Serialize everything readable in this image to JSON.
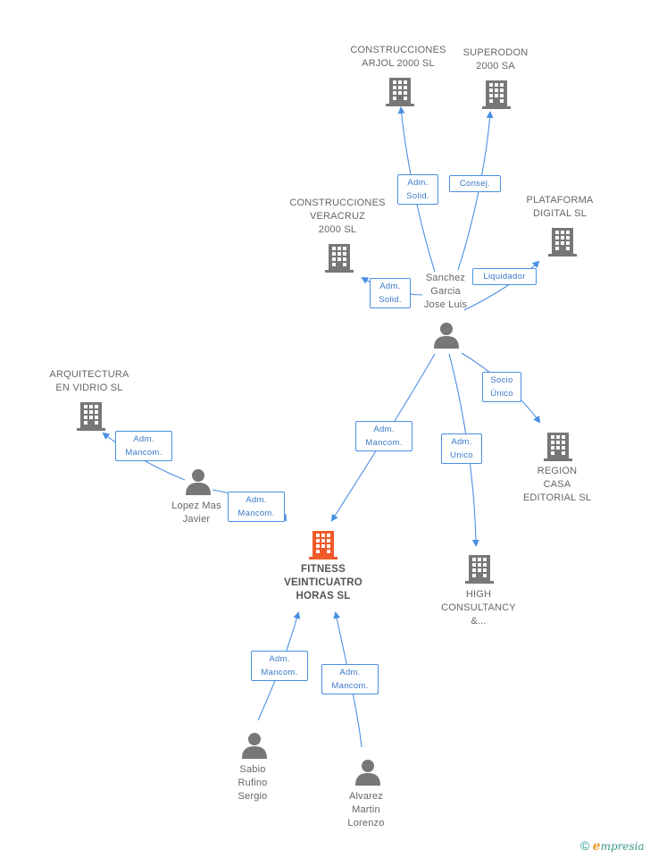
{
  "colors": {
    "edge": "#4a90e2",
    "building": "#777777",
    "focus_building": "#f05a28",
    "person": "#777777"
  },
  "nodes": {
    "arjol": {
      "type": "building",
      "lines": [
        "CONSTRUCCIONES",
        "ARJOL 2000 SL"
      ]
    },
    "superodon": {
      "type": "building",
      "lines": [
        "SUPERODON",
        "2000 SA"
      ]
    },
    "veracruz": {
      "type": "building",
      "lines": [
        "CONSTRUCCIONES",
        "VERACRUZ",
        "2000 SL"
      ]
    },
    "plataforma": {
      "type": "building",
      "lines": [
        "PLATAFORMA",
        "DIGITAL SL"
      ]
    },
    "sanchez": {
      "type": "person",
      "lines": [
        "Sanchez",
        "Garcia",
        "Jose Luis"
      ]
    },
    "arquitectura": {
      "type": "building",
      "lines": [
        "ARQUITECTURA",
        "EN VIDRIO SL"
      ]
    },
    "lopez": {
      "type": "person",
      "lines": [
        "Lopez Mas",
        "Javier"
      ]
    },
    "fitness": {
      "type": "focus",
      "lines": [
        "FITNESS",
        "VEINTICUATRO",
        "HORAS SL"
      ]
    },
    "region": {
      "type": "building",
      "lines": [
        "REGION",
        "CASA",
        "EDITORIAL SL"
      ]
    },
    "high": {
      "type": "building",
      "lines": [
        "HIGH",
        "CONSULTANCY",
        "&..."
      ]
    },
    "sabio": {
      "type": "person",
      "lines": [
        "Sabio",
        "Rufino",
        "Sergio"
      ]
    },
    "alvarez": {
      "type": "person",
      "lines": [
        "Alvarez",
        "Martin",
        "Lorenzo"
      ]
    }
  },
  "edges": [
    {
      "id": "sanchez-arjol",
      "lines": [
        "Adm.",
        "Solid."
      ]
    },
    {
      "id": "sanchez-superodon",
      "lines": [
        "Consej."
      ]
    },
    {
      "id": "sanchez-veracruz",
      "lines": [
        "Adm.",
        "Solid."
      ]
    },
    {
      "id": "sanchez-plataforma",
      "lines": [
        "Liquidador"
      ]
    },
    {
      "id": "sanchez-region",
      "lines": [
        "Socio",
        "Único"
      ]
    },
    {
      "id": "sanchez-fitness",
      "lines": [
        "Adm.",
        "Mancom."
      ]
    },
    {
      "id": "sanchez-high",
      "lines": [
        "Adm.",
        "Unico"
      ]
    },
    {
      "id": "lopez-arquitectura",
      "lines": [
        "Adm.",
        "Mancom."
      ]
    },
    {
      "id": "lopez-fitness",
      "lines": [
        "Adm.",
        "Mancom."
      ]
    },
    {
      "id": "sabio-fitness",
      "lines": [
        "Adm.",
        "Mancom."
      ]
    },
    {
      "id": "alvarez-fitness",
      "lines": [
        "Adm.",
        "Mancom."
      ]
    }
  ],
  "footer": {
    "brand_initial": "e",
    "brand_rest": "mpresia",
    "copyright_symbol": "©"
  }
}
